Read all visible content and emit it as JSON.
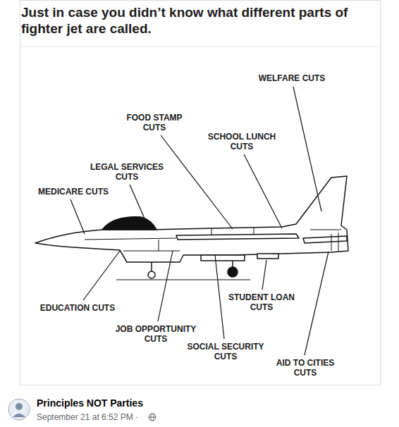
{
  "diagram": {
    "title": "Just in case you didn’t know what different parts of fighter jet are called.",
    "labels": [
      "WELFARE CUTS",
      "FOOD STAMP CUTS",
      "SCHOOL LUNCH CUTS",
      "LEGAL SERVICES CUTS",
      "MEDICARE CUTS",
      "EDUCATION CUTS",
      "JOB OPPORTUNITY CUTS",
      "SOCIAL SECURITY CUTS",
      "STUDENT LOAN CUTS",
      "AID TO CITIES CUTS",
      "Principles NOT Parties",
      "September 21 at 6:52 PM ·"
    ]
  }
}
